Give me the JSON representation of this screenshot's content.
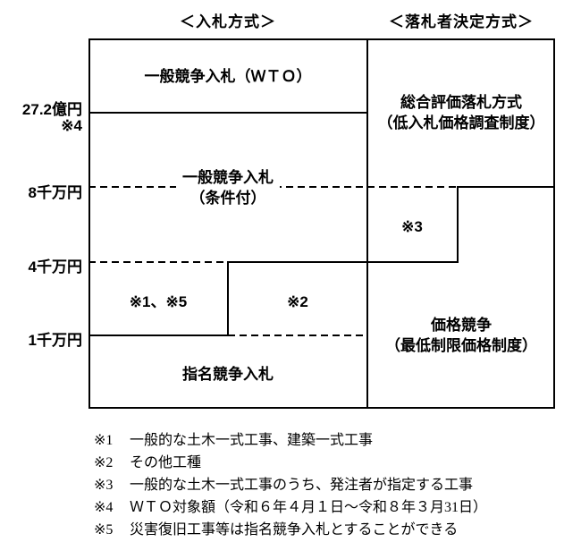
{
  "headers": {
    "left": "＜入札方式＞",
    "right": "＜落札者決定方式＞"
  },
  "thresholds": {
    "t1": "27.2億円",
    "t1_note": "※4",
    "t2": "8千万円",
    "t3": "4千万円",
    "t4": "1千万円"
  },
  "cells": {
    "wto": "一般競争入札（ＷＴＯ）",
    "general_line1": "一般競争入札",
    "general_line2": "（条件付）",
    "note3": "※3",
    "note1_5": "※1、※5",
    "note2": "※2",
    "designated": "指名競争入札",
    "sogo_line1": "総合評価落札方式",
    "sogo_line2": "（低入札価格調査制度）",
    "price_line1": "価格競争",
    "price_line2": "（最低制限価格制度）"
  },
  "footnotes": [
    {
      "mark": "※1",
      "text": "一般的な土木一式工事、建築一式工事"
    },
    {
      "mark": "※2",
      "text": "その他工種"
    },
    {
      "mark": "※3",
      "text": "一般的な土木一式工事のうち、発注者が指定する工事"
    },
    {
      "mark": "※4",
      "text": "ＷＴＯ対象額（令和６年４月１日～令和８年３月31日）"
    },
    {
      "mark": "※5",
      "text": "災害復旧工事等は指名競争入札とすることができる"
    }
  ],
  "colors": {
    "line": "#000000",
    "background": "#ffffff"
  }
}
